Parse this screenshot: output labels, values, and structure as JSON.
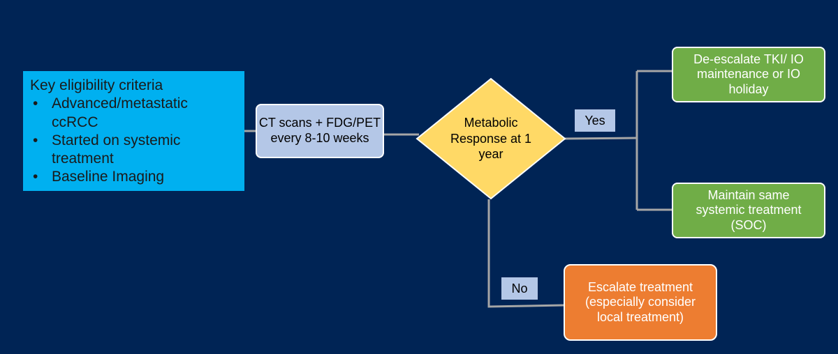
{
  "criteria": {
    "heading": "Key eligibility criteria",
    "items": [
      "Advanced/metastatic ccRCC",
      "Started on systemic treatment",
      "Baseline Imaging"
    ]
  },
  "imaging": "CT scans + FDG/PET every 8-10 weeks",
  "decision": "Metabolic Response at 1 year",
  "labels": {
    "yes": "Yes",
    "no": "No"
  },
  "outcomes": {
    "deescalate": "De-escalate TKI/ IO maintenance or IO holiday",
    "maintain": "Maintain same systemic treatment (SOC)",
    "escalate": "Escalate treatment (especially consider local treatment)"
  },
  "colors": {
    "background": "#002455",
    "criteria": "#00b0f0",
    "imaging": "#b4c7e7",
    "decision": "#ffd966",
    "positive": "#70ad47",
    "negative": "#ed7d31",
    "connector": "#a6a6a6"
  }
}
